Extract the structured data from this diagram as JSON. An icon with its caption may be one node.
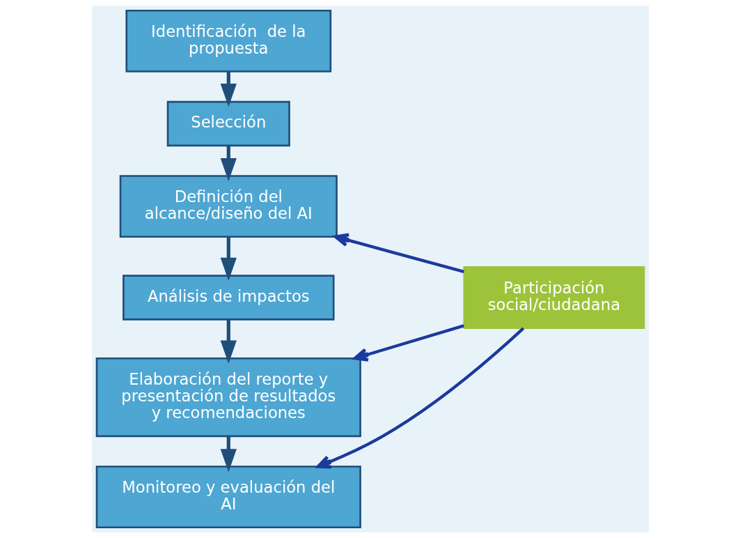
{
  "diagram": {
    "nodes": [
      {
        "text": [
          "Identificación  de la propuesta"
        ]
      },
      {
        "text": [
          "Selección"
        ]
      },
      {
        "text": [
          "Definición del alcance/diseño del AI"
        ]
      },
      {
        "text": [
          "Análisis de impactos"
        ]
      },
      {
        "text": [
          "Elaboración del reporte y presentación de resultados y recomendaciones"
        ]
      },
      {
        "text": [
          "Monitoreo y evaluación del AI"
        ]
      },
      {
        "text": [
          "Participación social/ciudadana"
        ]
      }
    ],
    "edges": [
      {
        "from": 0,
        "to": 1,
        "arrow": "to"
      },
      {
        "from": 1,
        "to": 2,
        "arrow": "to"
      },
      {
        "from": 2,
        "to": 3,
        "arrow": "to"
      },
      {
        "from": 3,
        "to": 4,
        "arrow": "to"
      },
      {
        "from": 4,
        "to": 5,
        "arrow": "to"
      },
      {
        "from": 6,
        "to": 2,
        "arrow": "to",
        "color": "#1a3a9c"
      },
      {
        "from": 6,
        "to": 4,
        "arrow": "to",
        "color": "#1a3a9c"
      },
      {
        "from": 6,
        "to": 5,
        "arrow": "to",
        "color": "#1a3a9c"
      }
    ]
  }
}
